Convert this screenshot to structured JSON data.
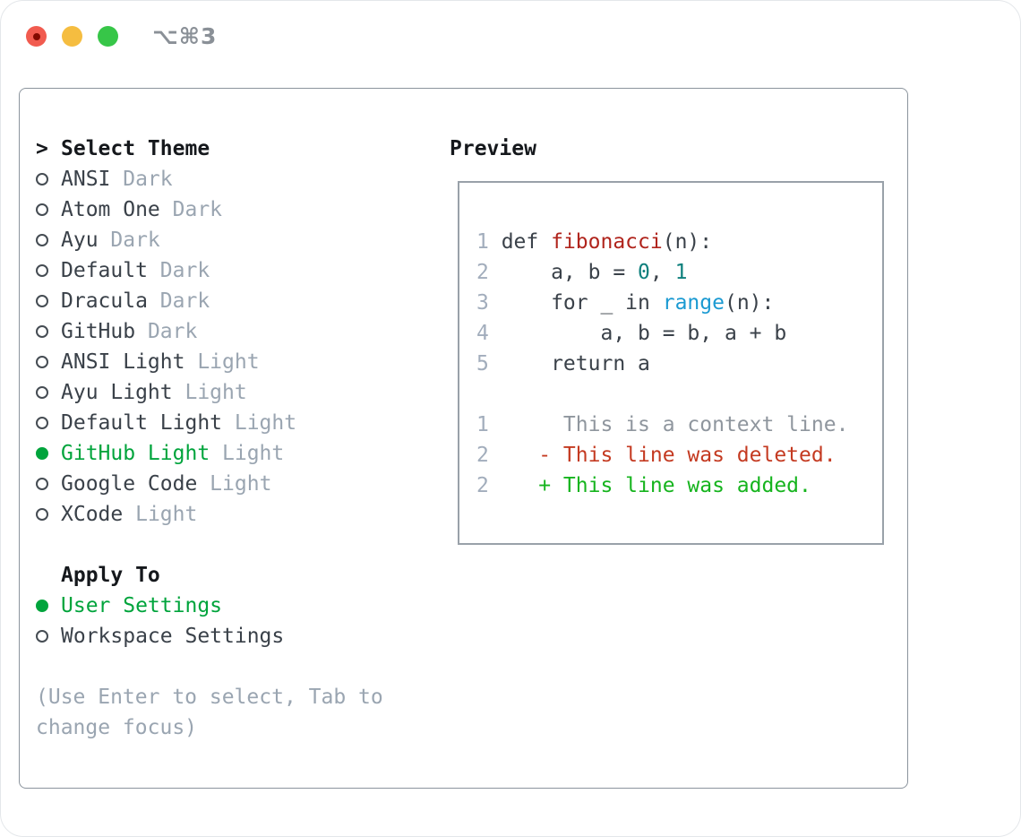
{
  "window": {
    "title": "⌥⌘3"
  },
  "theme_menu": {
    "cursor": ">",
    "header": "Select Theme",
    "items": [
      {
        "name": "ANSI",
        "variant": "Dark",
        "selected": false
      },
      {
        "name": "Atom One",
        "variant": "Dark",
        "selected": false
      },
      {
        "name": "Ayu",
        "variant": "Dark",
        "selected": false
      },
      {
        "name": "Default",
        "variant": "Dark",
        "selected": false
      },
      {
        "name": "Dracula",
        "variant": "Dark",
        "selected": false
      },
      {
        "name": "GitHub",
        "variant": "Dark",
        "selected": false
      },
      {
        "name": "ANSI Light",
        "variant": "Light",
        "selected": false
      },
      {
        "name": "Ayu Light",
        "variant": "Light",
        "selected": false
      },
      {
        "name": "Default Light",
        "variant": "Light",
        "selected": false
      },
      {
        "name": "GitHub Light",
        "variant": "Light",
        "selected": true
      },
      {
        "name": "Google Code",
        "variant": "Light",
        "selected": false
      },
      {
        "name": "XCode",
        "variant": "Light",
        "selected": false
      }
    ]
  },
  "apply_to": {
    "header": "Apply To",
    "items": [
      {
        "name": "User Settings",
        "selected": true
      },
      {
        "name": "Workspace Settings",
        "selected": false
      }
    ]
  },
  "hint": {
    "text": "(Use Enter to select, Tab to change focus)"
  },
  "preview": {
    "header": "Preview",
    "code_lines": [
      {
        "num": "1",
        "segments": [
          {
            "t": " def ",
            "c": "default"
          },
          {
            "t": "fibonacci",
            "c": "function"
          },
          {
            "t": "(n):",
            "c": "default"
          }
        ]
      },
      {
        "num": "2",
        "segments": [
          {
            "t": "     a, b = ",
            "c": "default"
          },
          {
            "t": "0",
            "c": "number"
          },
          {
            "t": ", ",
            "c": "default"
          },
          {
            "t": "1",
            "c": "number"
          }
        ]
      },
      {
        "num": "3",
        "segments": [
          {
            "t": "     for _ in ",
            "c": "default"
          },
          {
            "t": "range",
            "c": "builtin"
          },
          {
            "t": "(n):",
            "c": "default"
          }
        ]
      },
      {
        "num": "4",
        "segments": [
          {
            "t": "         a, b = b, a + b",
            "c": "default"
          }
        ]
      },
      {
        "num": "5",
        "segments": [
          {
            "t": "     return a",
            "c": "default"
          }
        ]
      }
    ],
    "diff_lines": [
      {
        "num": "1",
        "segments": [
          {
            "t": "      This is a context line.",
            "c": "context"
          }
        ]
      },
      {
        "num": "2",
        "segments": [
          {
            "t": "    ",
            "c": "default"
          },
          {
            "t": "- This line was deleted.",
            "c": "removed"
          }
        ]
      },
      {
        "num": "2",
        "segments": [
          {
            "t": "    ",
            "c": "default"
          },
          {
            "t": "+ This line was added.",
            "c": "added"
          }
        ]
      }
    ]
  },
  "colors": {
    "accent_green": "#00a43c",
    "func_red": "#b0241c",
    "number_teal": "#0d7f7c",
    "builtin_blue": "#1b9ad2",
    "diff_removed": "#c43a21",
    "diff_added": "#16b41e",
    "context_gray": "#8f969e",
    "line_number": "#a2adbc",
    "text_dark": "#15181c",
    "item_text": "#3a4149",
    "muted_gray": "#9aa5b1",
    "panel_border": "#8b949d",
    "box_border": "#99a1a9",
    "title_gray": "#8a9097",
    "light_red": "#f15b4f",
    "light_red_dot": "#820a00",
    "light_yellow": "#f5bd40",
    "light_green": "#37c648"
  }
}
